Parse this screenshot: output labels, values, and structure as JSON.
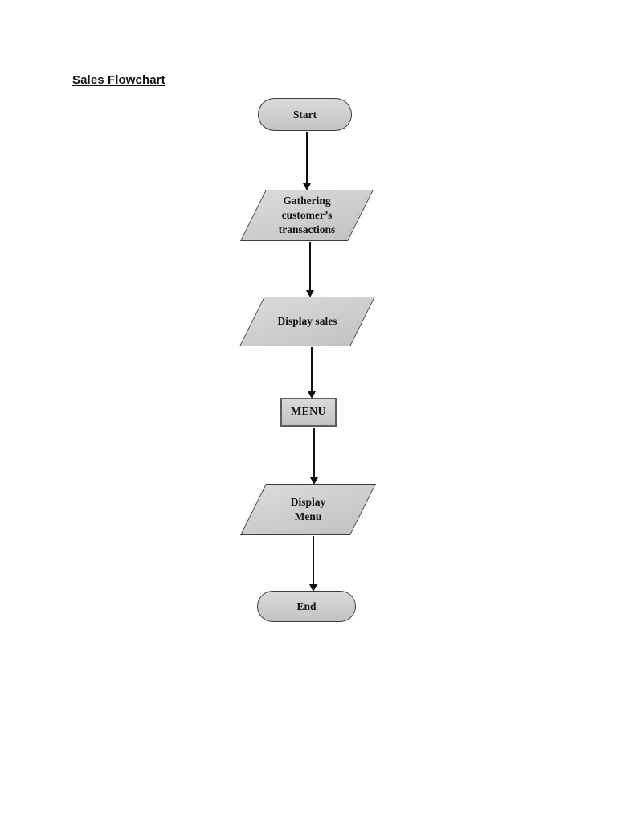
{
  "document": {
    "title": "Sales Flowchart"
  },
  "flowchart": {
    "nodes": [
      {
        "id": "start",
        "type": "terminator",
        "label": "Start",
        "lines": [
          "Start"
        ]
      },
      {
        "id": "gathering-transactions",
        "type": "input-output",
        "label": "Gathering customer’s transactions",
        "lines": [
          "Gathering",
          "customer’s",
          "transactions"
        ]
      },
      {
        "id": "display-sales",
        "type": "input-output",
        "label": "Display sales",
        "lines": [
          "Display sales"
        ]
      },
      {
        "id": "menu",
        "type": "process",
        "label": "MENU",
        "lines": [
          "MENU"
        ]
      },
      {
        "id": "display-menu",
        "type": "input-output",
        "label": "Display Menu",
        "lines": [
          "Display",
          "Menu"
        ]
      },
      {
        "id": "end",
        "type": "terminator",
        "label": "End",
        "lines": [
          "End"
        ]
      }
    ],
    "edges": [
      {
        "from": "start",
        "to": "gathering-transactions"
      },
      {
        "from": "gathering-transactions",
        "to": "display-sales"
      },
      {
        "from": "display-sales",
        "to": "menu"
      },
      {
        "from": "menu",
        "to": "display-menu"
      },
      {
        "from": "display-menu",
        "to": "end"
      }
    ]
  },
  "colors": {
    "page_background": "#ffffff",
    "text": "#141414",
    "shape_fill_light": "#dadada",
    "shape_fill_dark": "#c3c3c3",
    "shape_border": "#3c3c3c",
    "process_border": "#5d5d5d",
    "arrow": "#101010"
  }
}
